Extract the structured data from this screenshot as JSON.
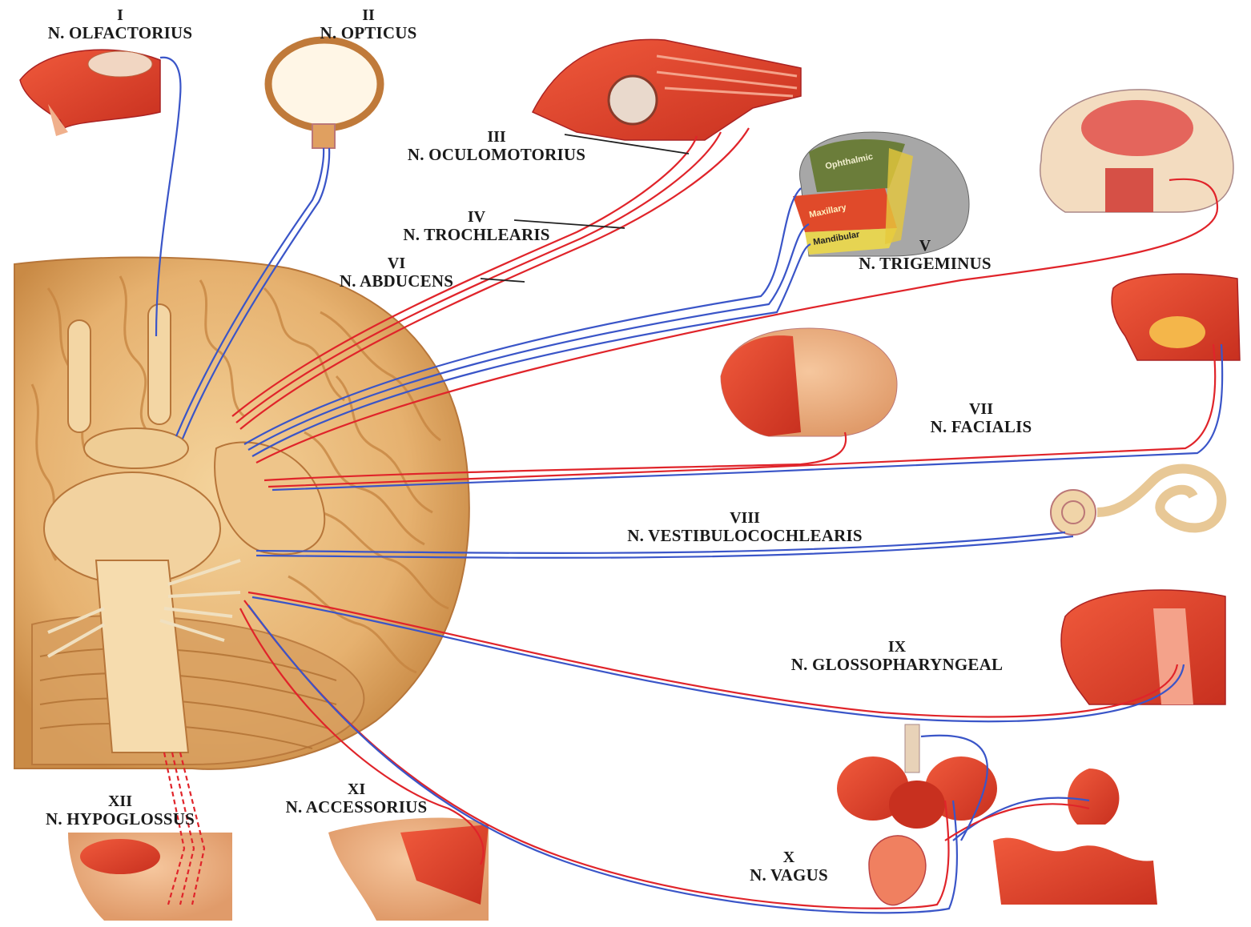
{
  "nerves": {
    "i": {
      "num": "I",
      "name": "N. OLFACTORIUS"
    },
    "ii": {
      "num": "II",
      "name": "N. OPTICUS"
    },
    "iii": {
      "num": "III",
      "name": "N. OCULOMOTORIUS"
    },
    "iv": {
      "num": "IV",
      "name": "N. TROCHLEARIS"
    },
    "vi": {
      "num": "VI",
      "name": "N. ABDUCENS"
    },
    "v": {
      "num": "V",
      "name": "N. TRIGEMINUS"
    },
    "vii": {
      "num": "VII",
      "name": "N. FACIALIS"
    },
    "viii": {
      "num": "VIII",
      "name": "N. VESTIBULOCOCHLEARIS"
    },
    "ix": {
      "num": "IX",
      "name": "N. GLOSSOPHARYNGEAL"
    },
    "x": {
      "num": "X",
      "name": "N. VAGUS"
    },
    "xi": {
      "num": "XI",
      "name": "N. ACCESSORIUS"
    },
    "xii": {
      "num": "XII",
      "name": "N. HYPOGLOSSUS"
    }
  },
  "trigeminal_branches": {
    "ophthalmic": "Ophthalmic",
    "maxillary": "Maxillary",
    "mandibular": "Mandibular"
  },
  "colors": {
    "motor_nerve": "#e0242a",
    "sensory_nerve": "#3a55c8",
    "brain": "#e9b879",
    "muscle": "#e2482e"
  }
}
